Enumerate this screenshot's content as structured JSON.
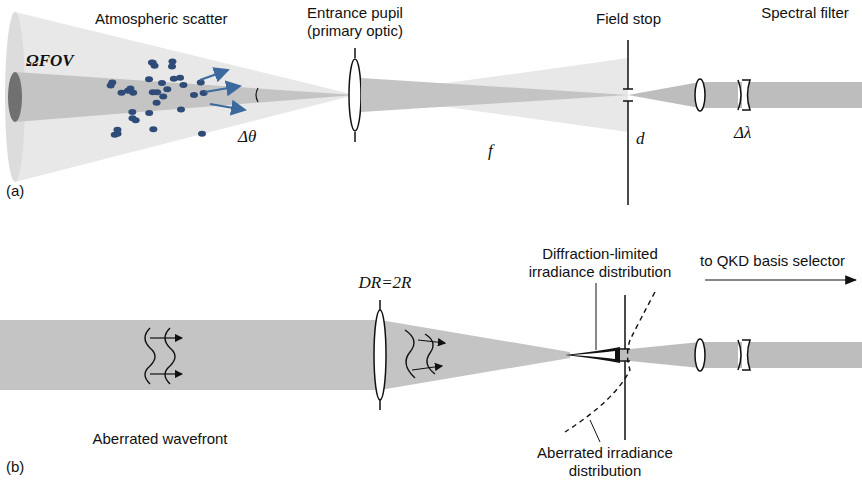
{
  "diagram": {
    "labels": [
      "Atmospheric scatter",
      "ΩFOV",
      "Δθ",
      "Entrance pupil (primary optic)",
      "f",
      "Field stop",
      "d",
      "Spectral filter",
      "Δλ",
      "(a)",
      "Aberrated wavefront",
      "DR=2R",
      "Diffraction-limited irradiance distribution",
      "to QKD basis selector",
      "Aberrated irradiance distribution",
      "(b)"
    ]
  }
}
